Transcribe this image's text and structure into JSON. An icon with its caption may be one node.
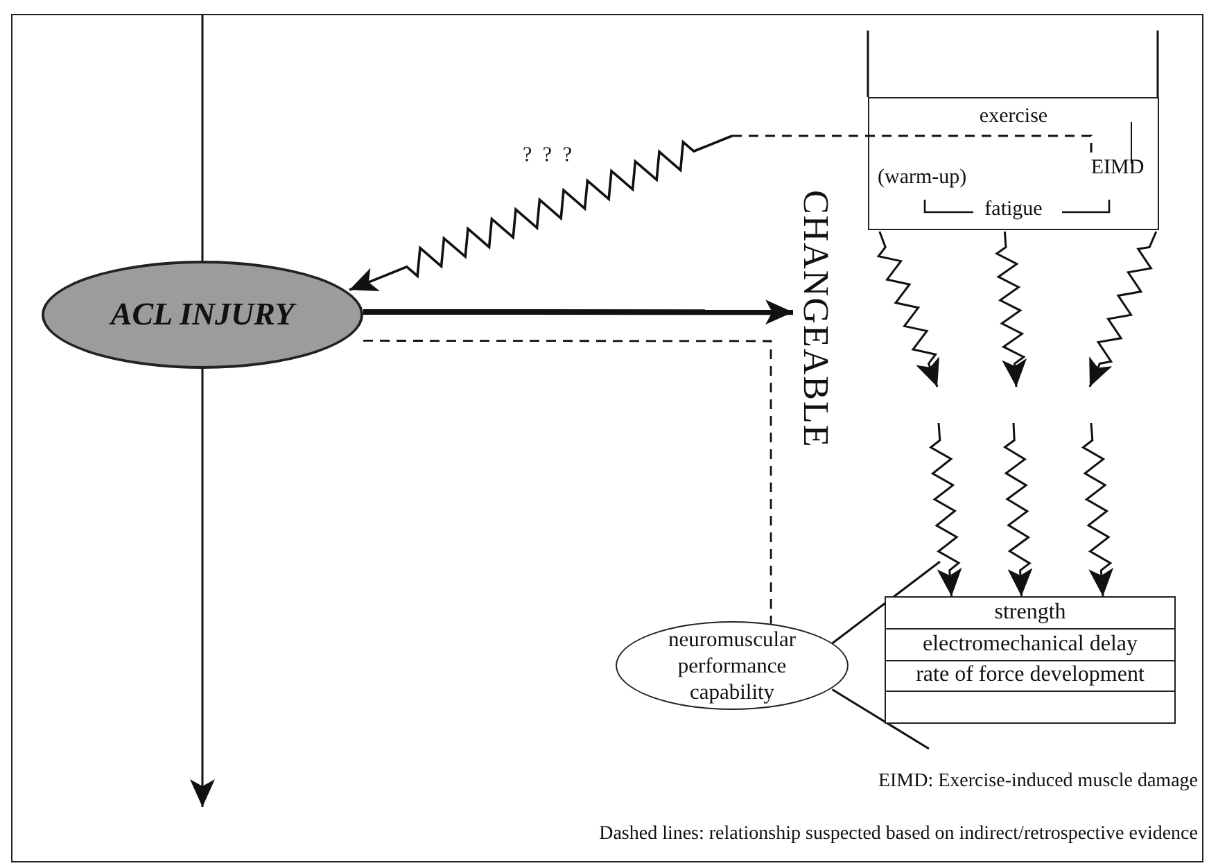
{
  "diagram": {
    "nodes": [
      {
        "text": [
          "ACL INJURY"
        ]
      },
      {
        "text": [
          "CHANGEABLE"
        ]
      },
      {
        "text": [
          "exercise",
          "(warm-up)",
          "fatigue"
        ]
      },
      {
        "text": [
          "EIMD"
        ],
        "in": 2
      },
      {
        "text": [
          "strength",
          "electromechanical delay",
          "rate of force development"
        ]
      },
      {
        "text": [
          "neuromuscular performance capability"
        ]
      }
    ],
    "edges": [
      {
        "from": null,
        "to": 0,
        "arrow": "none"
      },
      {
        "from": 0,
        "to": null,
        "arrow": "to"
      },
      {
        "from": 0,
        "to": 1,
        "arrow": "to",
        "style": "thick"
      },
      {
        "from": 0,
        "to": 5,
        "arrow": "none",
        "style": "dashed"
      },
      {
        "from": 3,
        "to": 0,
        "arrow": "to",
        "label": "? ? ?"
      },
      {
        "from": 2,
        "to": null,
        "arrow": "to"
      },
      {
        "from": 2,
        "to": null,
        "arrow": "to"
      },
      {
        "from": 2,
        "to": null,
        "arrow": "to"
      },
      {
        "from": null,
        "to": 4,
        "arrow": "to"
      },
      {
        "from": null,
        "to": 4,
        "arrow": "to"
      },
      {
        "from": null,
        "to": 4,
        "arrow": "to"
      },
      {
        "from": 5,
        "to": null,
        "arrow": "none"
      },
      {
        "from": 5,
        "to": null,
        "arrow": "none"
      }
    ],
    "labels": [
      "EIMD: Exercise-induced muscle damage",
      "Dashed lines: relationship suspected based on indirect/retrospective evidence"
    ]
  }
}
